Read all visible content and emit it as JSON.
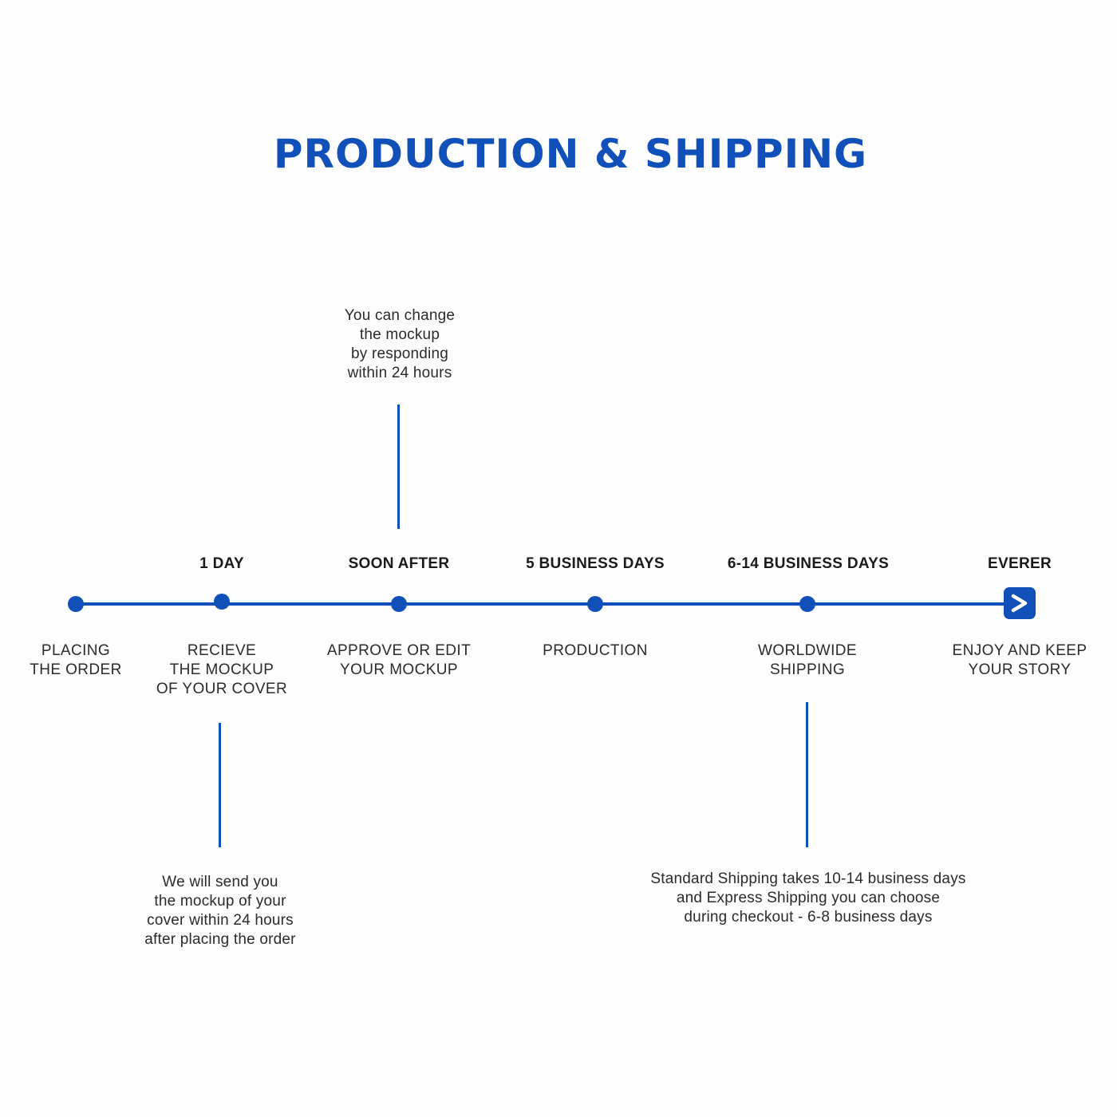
{
  "title": "PRODUCTION & SHIPPING",
  "accent_color": "#1150b8",
  "end_icon": "chevron-right-icon",
  "steps": [
    {
      "period": "",
      "label": "PLACING\nTHE ORDER",
      "note": ""
    },
    {
      "period": "1 DAY",
      "label": "RECIEVE\nTHE MOCKUP\nOF YOUR COVER",
      "note": "We will send you\nthe mockup of your\ncover within 24 hours\nafter placing the order"
    },
    {
      "period": "SOON AFTER",
      "label": "APPROVE OR EDIT\nYOUR MOCKUP",
      "note": "You can change\nthe mockup\nby responding\nwithin 24 hours"
    },
    {
      "period": "5 BUSINESS DAYS",
      "label": "PRODUCTION",
      "note": ""
    },
    {
      "period": "6-14 BUSINESS DAYS",
      "label": "WORLDWIDE\nSHIPPING",
      "note": "Standard Shipping takes 10-14 business days\nand Express Shipping you can choose\nduring checkout - 6-8 business days"
    },
    {
      "period": "EVERER",
      "label": "ENJOY AND KEEP\nYOUR STORY",
      "note": ""
    }
  ]
}
